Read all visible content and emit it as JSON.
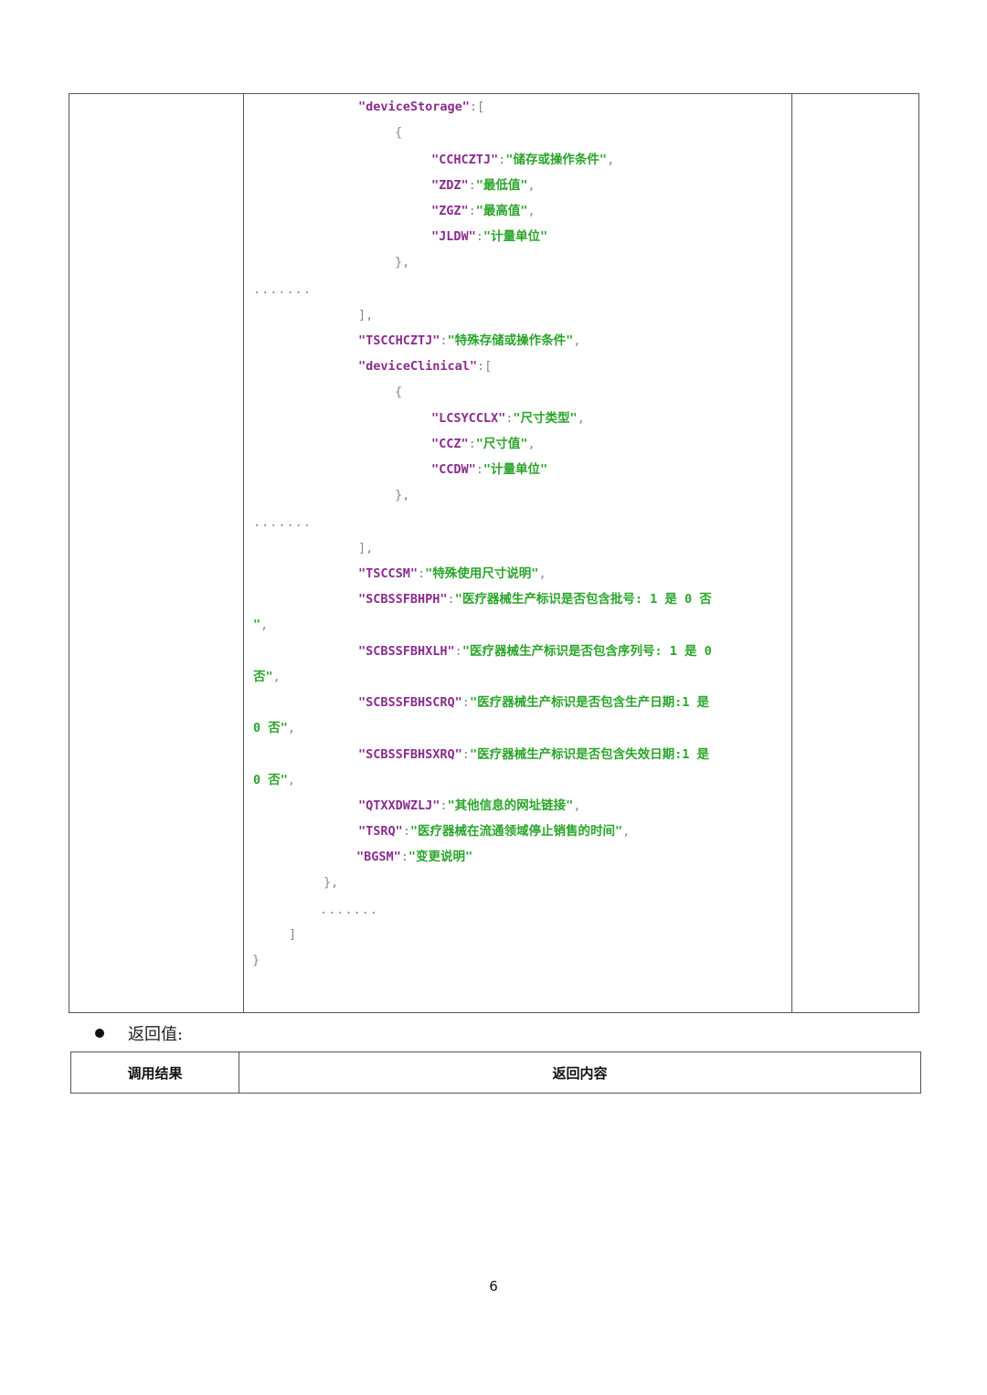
{
  "code_lines": [
    {
      "k": "\"deviceStorage\"",
      "p": ":["
    },
    {
      "p": "{"
    },
    {
      "k": "\"CCHCZTJ\"",
      "p": ":",
      "s": "\"储存或操作条件\"",
      "t": ","
    },
    {
      "k": "\"ZDZ\"",
      "p": ":",
      "s": "\"最低值\"",
      "t": ","
    },
    {
      "k": "\"ZGZ\"",
      "p": ":",
      "s": "\"最高值\"",
      "t": ","
    },
    {
      "k": "\"JLDW\"",
      "p": ":",
      "s": "\"计量单位\""
    },
    {
      "p": "},"
    },
    {
      "p": "......."
    },
    {
      "p": "],"
    },
    {
      "k": "\"TSCCHCZTJ\"",
      "p": ":",
      "s": "\"特殊存储或操作条件\"",
      "t": ","
    },
    {
      "k": "\"deviceClinical\"",
      "p": ":["
    },
    {
      "p": "{"
    },
    {
      "k": "\"LCSYCCLX\"",
      "p": ":",
      "s": "\"尺寸类型\"",
      "t": ","
    },
    {
      "k": "\"CCZ\"",
      "p": ":",
      "s": "\"尺寸值\"",
      "t": ","
    },
    {
      "k": "\"CCDW\"",
      "p": ":",
      "s": "\"计量单位\""
    },
    {
      "p": "},"
    },
    {
      "p": "......."
    },
    {
      "p": "],"
    },
    {
      "k": "\"TSCCSM\"",
      "p": ":",
      "s": "\"特殊使用尺寸说明\"",
      "t": ","
    },
    {
      "k": "\"SCBSSFBHPH\"",
      "p": ":",
      "s": "\"医疗器械生产标识是否包含批号: 1 是 0 否"
    },
    {
      "s": "\"",
      "t": ","
    },
    {
      "k": "\"SCBSSFBHXLH\"",
      "p": ":",
      "s": "\"医疗器械生产标识是否包含序列号: 1 是 0"
    },
    {
      "s": "否\"",
      "t": ","
    },
    {
      "k": "\"SCBSSFBHSCRQ\"",
      "p": ":",
      "s": "\"医疗器械生产标识是否包含生产日期:1 是"
    },
    {
      "s": "0 否\"",
      "t": ","
    },
    {
      "k": "\"SCBSSFBHSXRQ\"",
      "p": ":",
      "s": "\"医疗器械生产标识是否包含失效日期:1 是"
    },
    {
      "s": "0 否\"",
      "t": ","
    },
    {
      "k": "\"QTXXDWZLJ\"",
      "p": ":",
      "s": "\"其他信息的网址链接\"",
      "t": ","
    },
    {
      "k": "\"TSRQ\"",
      "p": ":",
      "s": "\"医疗器械在流通领域停止销售的时间\"",
      "t": ","
    },
    {
      "k": "\"BGSM\"",
      "p": ":",
      "s": "\"变更说明\""
    },
    {
      "p": "},"
    },
    {
      "p": "......."
    },
    {
      "p": "]"
    },
    {
      "p": "}"
    }
  ],
  "return_section": {
    "label": "返回值:",
    "headers": [
      "调用结果",
      "返回内容"
    ]
  },
  "page_number": "6"
}
